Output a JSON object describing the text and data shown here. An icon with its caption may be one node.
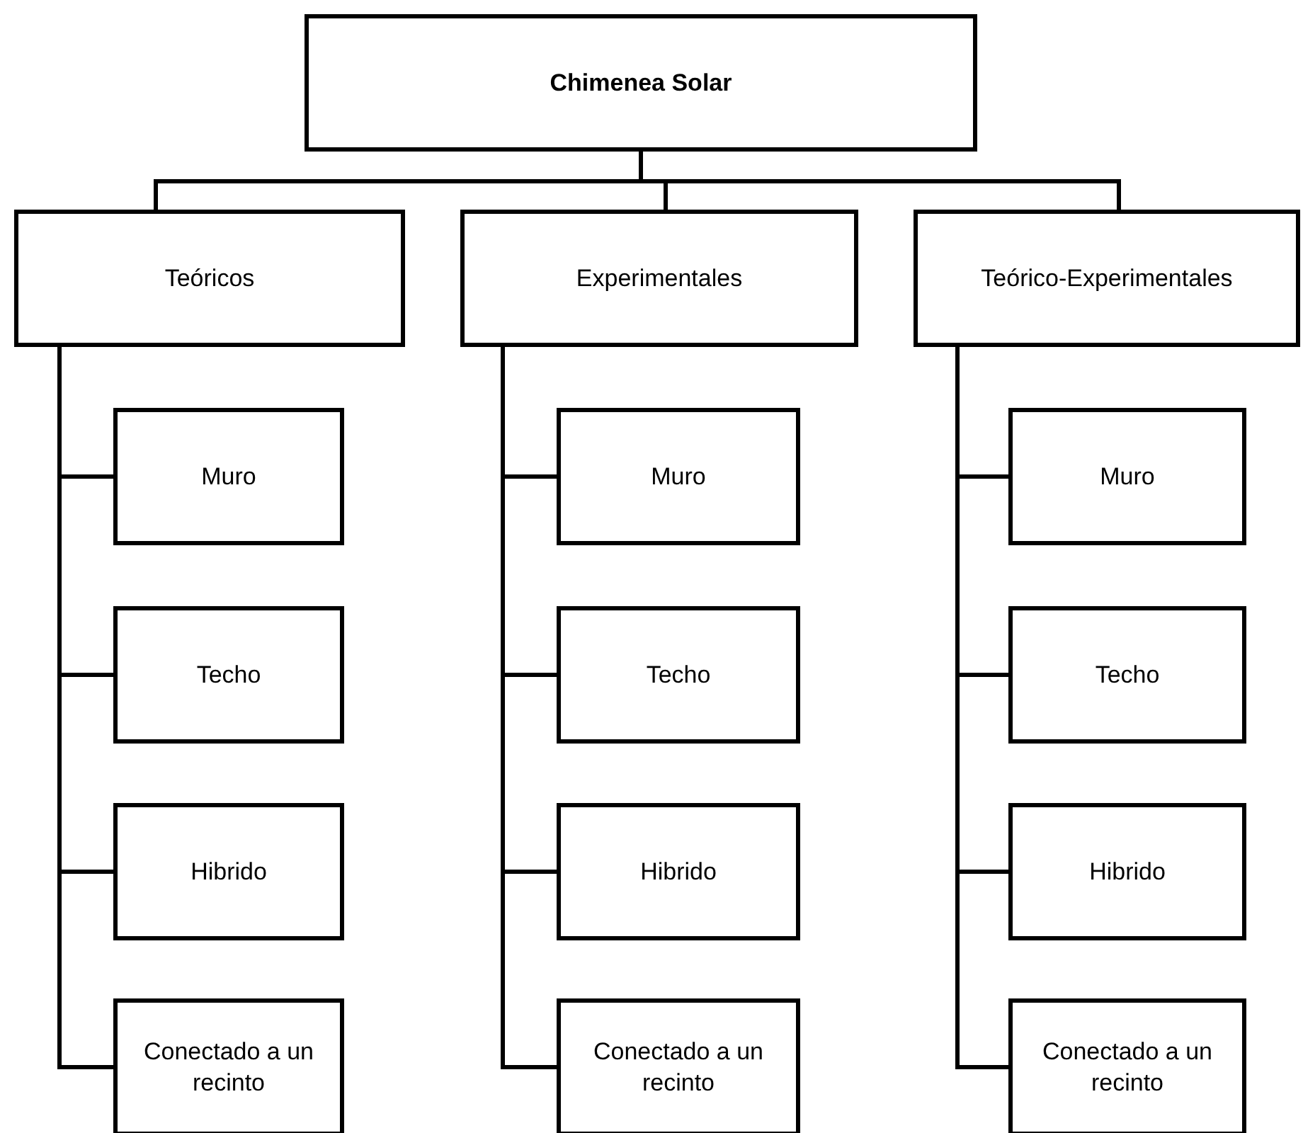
{
  "diagram": {
    "nodes": [
      {
        "text": [
          "Chimenea Solar"
        ]
      },
      {
        "text": [
          "Teóricos"
        ]
      },
      {
        "text": [
          "Muro"
        ]
      },
      {
        "text": [
          "Techo"
        ]
      },
      {
        "text": [
          "Hibrido"
        ]
      },
      {
        "text": [
          "Conectado a un recinto"
        ]
      },
      {
        "text": [
          "Experimentales"
        ]
      },
      {
        "text": [
          "Muro"
        ]
      },
      {
        "text": [
          "Techo"
        ]
      },
      {
        "text": [
          "Hibrido"
        ]
      },
      {
        "text": [
          "Conectado a un recinto"
        ]
      },
      {
        "text": [
          "Teórico-Experimentales"
        ]
      },
      {
        "text": [
          "Muro"
        ]
      },
      {
        "text": [
          "Techo"
        ]
      },
      {
        "text": [
          "Hibrido"
        ]
      },
      {
        "text": [
          "Conectado a un recinto"
        ]
      }
    ],
    "edges": [
      {
        "from": 0,
        "to": 1,
        "arrow": "none"
      },
      {
        "from": 0,
        "to": 6,
        "arrow": "none"
      },
      {
        "from": 0,
        "to": 11,
        "arrow": "none"
      },
      {
        "from": 1,
        "to": 2,
        "arrow": "none"
      },
      {
        "from": 1,
        "to": 3,
        "arrow": "none"
      },
      {
        "from": 1,
        "to": 4,
        "arrow": "none"
      },
      {
        "from": 1,
        "to": 5,
        "arrow": "none"
      },
      {
        "from": 6,
        "to": 7,
        "arrow": "none"
      },
      {
        "from": 6,
        "to": 8,
        "arrow": "none"
      },
      {
        "from": 6,
        "to": 9,
        "arrow": "none"
      },
      {
        "from": 6,
        "to": 10,
        "arrow": "none"
      },
      {
        "from": 11,
        "to": 12,
        "arrow": "none"
      },
      {
        "from": 11,
        "to": 13,
        "arrow": "none"
      },
      {
        "from": 11,
        "to": 14,
        "arrow": "none"
      },
      {
        "from": 11,
        "to": 15,
        "arrow": "none"
      }
    ]
  }
}
